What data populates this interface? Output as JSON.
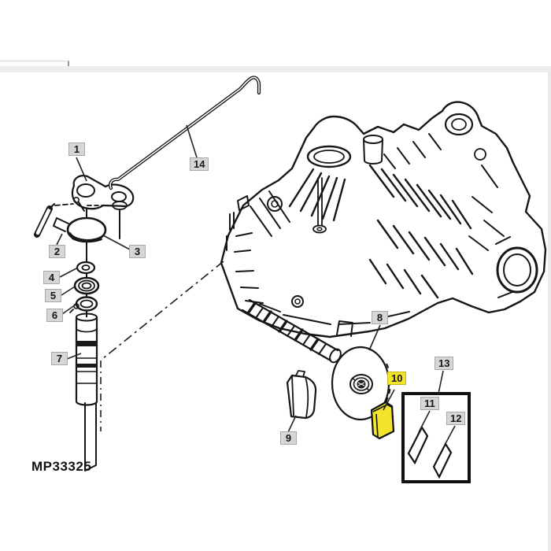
{
  "figure": {
    "code": "MP33325"
  },
  "theme": {
    "highlight_yellow": "#f3e32c",
    "label_background": "#d6d6d6",
    "label_border": "#a8a8a8",
    "line_color": "#1a1a1a",
    "tab_border_green": "#84a884",
    "strip_gray": "#ededed"
  },
  "callouts": [
    {
      "label": "1",
      "highlighted": false
    },
    {
      "label": "2",
      "highlighted": false
    },
    {
      "label": "3",
      "highlighted": false
    },
    {
      "label": "4",
      "highlighted": false
    },
    {
      "label": "5",
      "highlighted": false
    },
    {
      "label": "6",
      "highlighted": false
    },
    {
      "label": "7",
      "highlighted": false
    },
    {
      "label": "8",
      "highlighted": false
    },
    {
      "label": "9",
      "highlighted": false
    },
    {
      "label": "10",
      "highlighted": true
    },
    {
      "label": "11",
      "highlighted": false
    },
    {
      "label": "12",
      "highlighted": false
    },
    {
      "label": "13",
      "highlighted": false
    },
    {
      "label": "14",
      "highlighted": false
    }
  ]
}
